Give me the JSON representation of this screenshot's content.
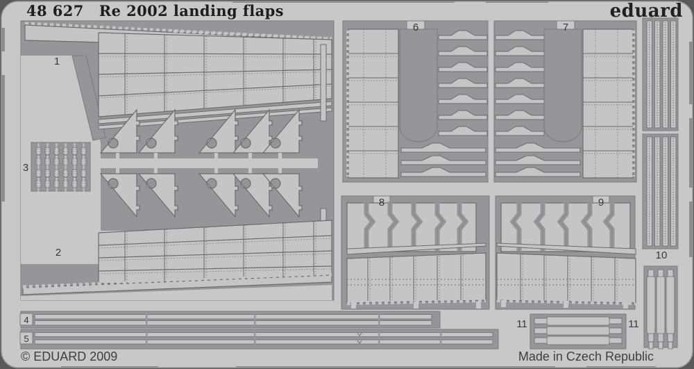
{
  "header": {
    "catalog": "48 627",
    "title": "Re 2002 landing flaps",
    "brand": "eduard"
  },
  "footer": {
    "copyright": "© EDUARD 2009",
    "origin": "Made in Czech Republic"
  },
  "sheet": {
    "part_labels": {
      "p1": "1",
      "p2": "2",
      "p3": "3",
      "p4": "4",
      "p5": "5",
      "p6": "6",
      "p7": "7",
      "p8": "8",
      "p9": "9",
      "p10": "10",
      "p11a": "11",
      "p11b": "11"
    }
  },
  "colors": {
    "background": "#59595b",
    "plate": "#c7c8ca",
    "fret_waste": "#96969a",
    "part_metal": "#c4c5c7",
    "outline": "#6b6b6e",
    "rivet_dots": "#7f7f82",
    "text_dark": "#1d1d1f",
    "text_gray": "#3f3f42"
  }
}
